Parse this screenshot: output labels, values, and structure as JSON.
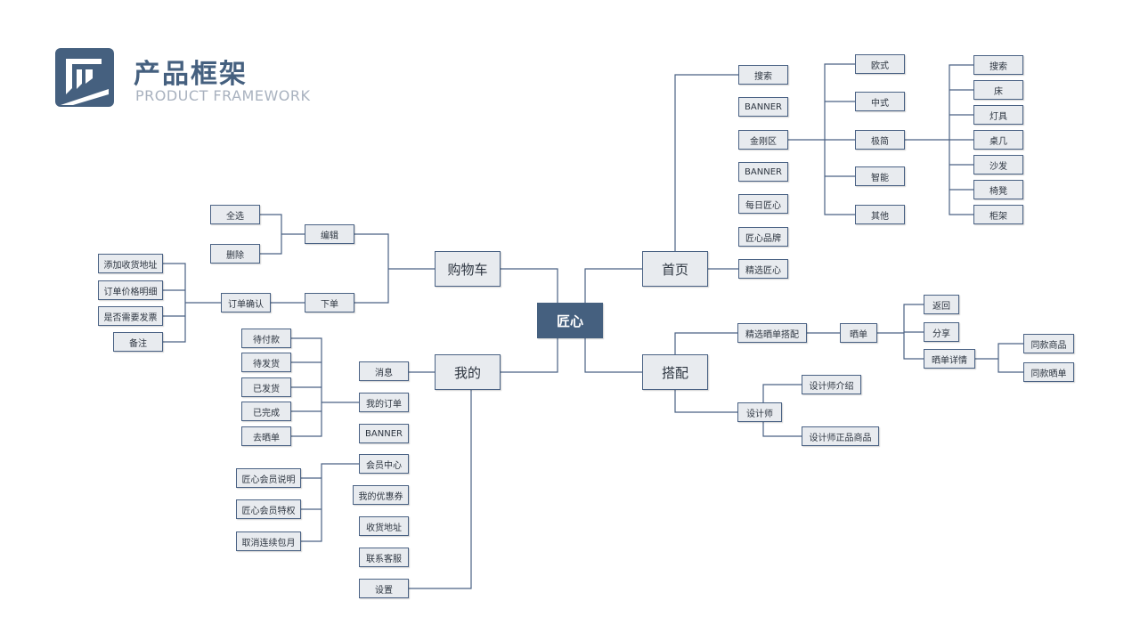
{
  "header": {
    "title": "产品框架",
    "subtitle": "PRODUCT FRAMEWORK"
  },
  "colors": {
    "primary": "#45607f",
    "node_fill": "#e8ebef",
    "line": "#4a6284"
  },
  "nodes": {
    "root": "匠心",
    "cart": "购物车",
    "cart_edit": "编辑",
    "cart_select_all": "全选",
    "cart_delete": "删除",
    "cart_order": "下单",
    "cart_confirm": "订单确认",
    "cart_add_address": "添加收货地址",
    "cart_price_detail": "订单价格明细",
    "cart_invoice": "是否需要发票",
    "cart_note": "备注",
    "mine": "我的",
    "mine_msg": "消息",
    "mine_orders": "我的订单",
    "mine_banner": "BANNER",
    "mine_member": "会员中心",
    "mine_coupon": "我的优惠券",
    "mine_address": "收货地址",
    "mine_service": "联系客服",
    "mine_settings": "设置",
    "order_unpaid": "待付款",
    "order_to_ship": "待发货",
    "order_shipped": "已发货",
    "order_done": "已完成",
    "order_share": "去晒单",
    "member_info": "匠心会员说明",
    "member_priv": "匠心会员特权",
    "member_cancel": "取消连续包月",
    "home": "首页",
    "home_search": "搜索",
    "home_banner1": "BANNER",
    "home_kingkong": "金刚区",
    "home_banner2": "BANNER",
    "home_daily": "每日匠心",
    "home_brand": "匠心品牌",
    "home_picks": "精选匠心",
    "style_eu": "欧式",
    "style_cn": "中式",
    "style_min": "极简",
    "style_smart": "智能",
    "style_other": "其他",
    "cat_search": "搜索",
    "cat_bed": "床",
    "cat_lamp": "灯具",
    "cat_table": "桌几",
    "cat_sofa": "沙发",
    "cat_stool": "椅凳",
    "cat_shelf": "柜架",
    "match": "搭配",
    "match_picks": "精选晒单搭配",
    "match_share": "晒单",
    "share_back": "返回",
    "share_share": "分享",
    "share_detail": "晒单详情",
    "detail_goods": "同款商品",
    "detail_share": "同款晒单",
    "designer": "设计师",
    "designer_intro": "设计师介绍",
    "designer_goods": "设计师正品商品"
  }
}
